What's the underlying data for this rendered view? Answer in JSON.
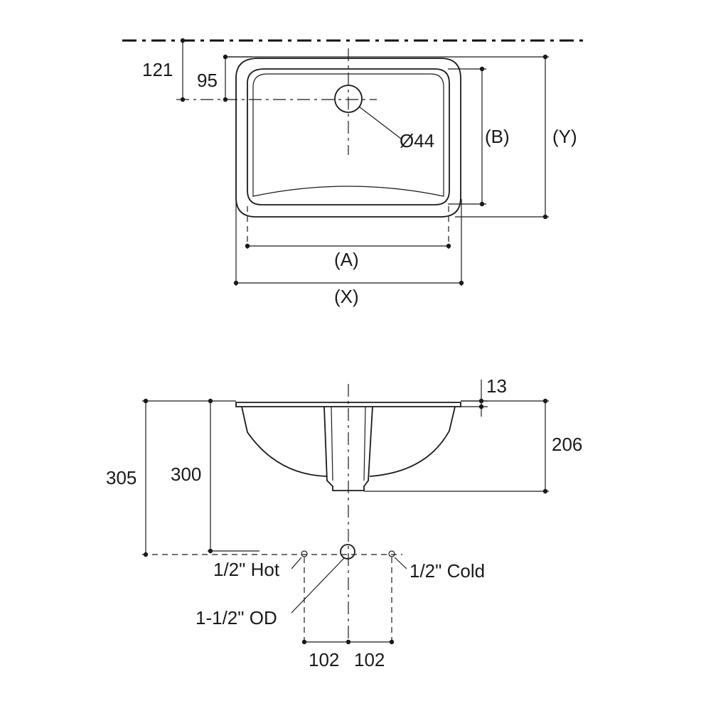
{
  "top_view": {
    "dim_wall_to_drain": "121",
    "dim_rim_to_drain": "95",
    "drain_diameter": "Ø44",
    "bowl_depth_label": "(B)",
    "overall_depth_label": "(Y)",
    "bowl_width_label": "(A)",
    "overall_width_label": "(X)"
  },
  "side_view": {
    "rim_thickness": "13",
    "bowl_depth": "206",
    "floor_to_rim": "305",
    "floor_to_rim_inner": "300",
    "hot_supply": "1/2\" Hot",
    "cold_supply": "1/2\" Cold",
    "drain_od": "1-1/2\" OD",
    "hot_offset": "102",
    "cold_offset": "102"
  }
}
